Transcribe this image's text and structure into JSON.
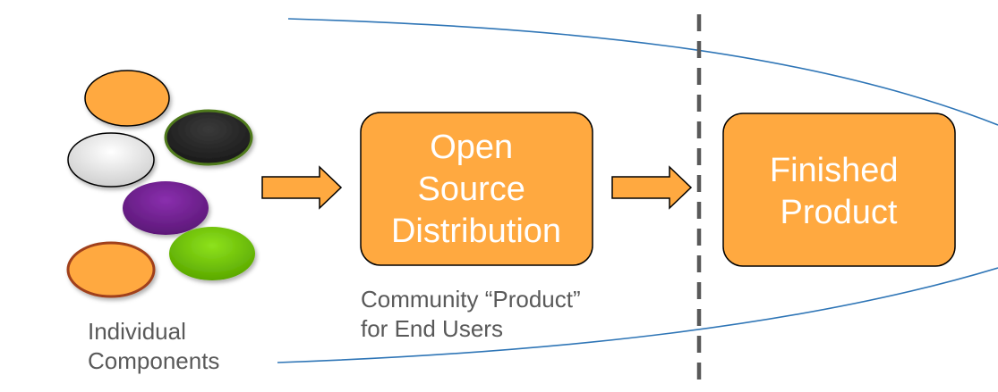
{
  "diagram": {
    "components_label": [
      "Individual",
      "Components"
    ],
    "distribution_box": [
      "Open",
      "Source",
      "Distribution"
    ],
    "community_label": [
      "Community “Product”",
      "for End Users"
    ],
    "finished_box": [
      "Finished",
      "Product"
    ]
  },
  "colors": {
    "orange": "#ffa940",
    "box_border": "#000000",
    "arrow_border": "#000000",
    "curve": "#2e75b6",
    "divider": "#595959",
    "component_black": "#262626",
    "component_black_border": "#4f7a1a",
    "component_gray": "#d9d9d9",
    "component_purple": "#70208e",
    "component_green": "#6cbf00",
    "component_orange_alt_border": "#a0411a"
  }
}
